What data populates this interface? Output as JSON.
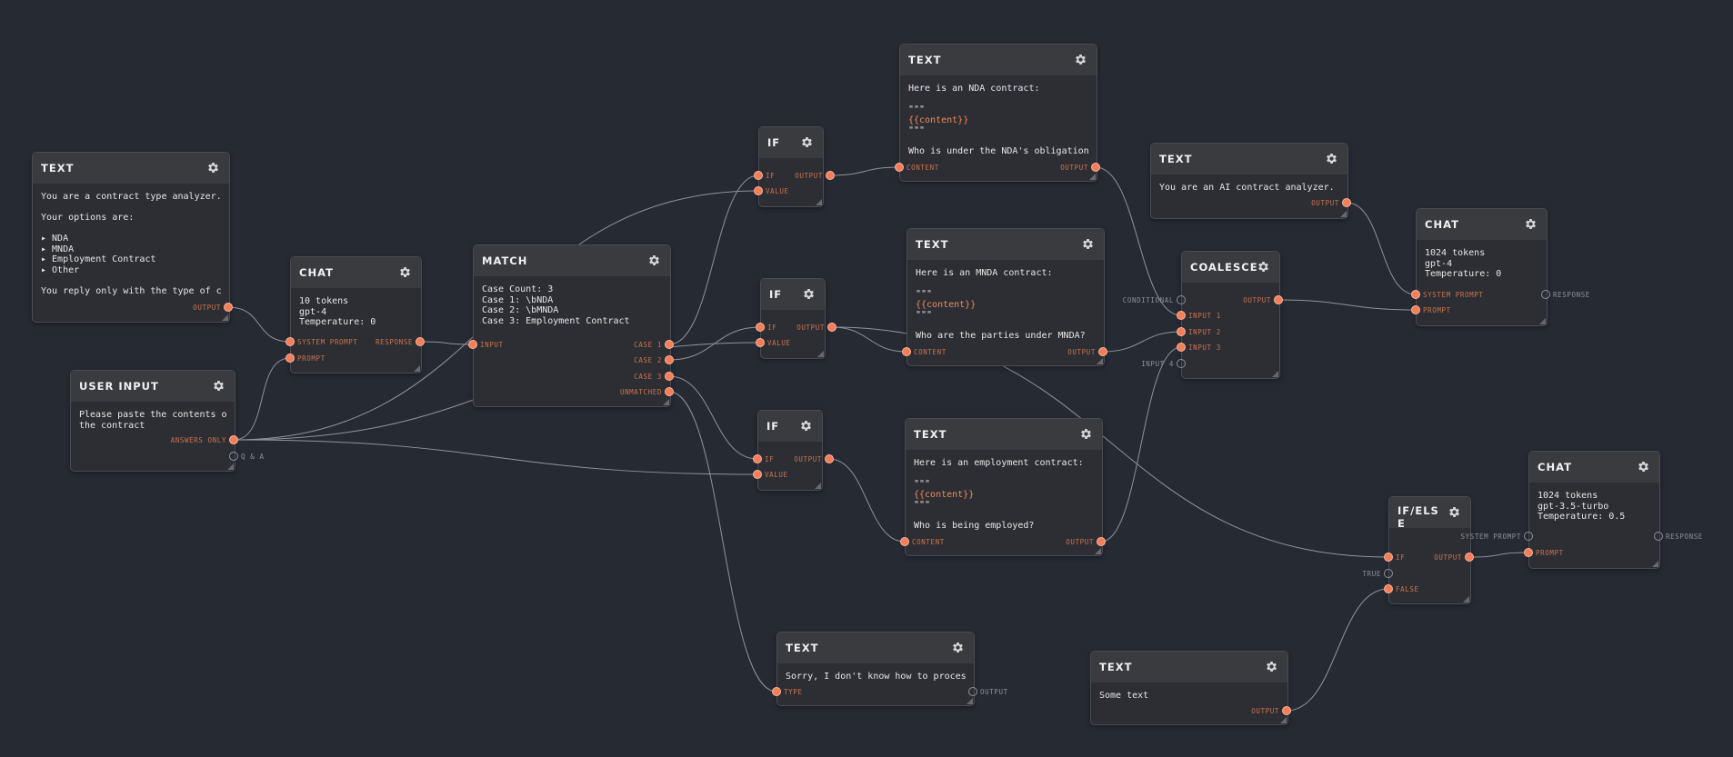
{
  "colors": {
    "background": "#262a33",
    "node": "#2d2e33",
    "header": "#3a3b3f",
    "port_active": "#f27e5a",
    "label": "#c9734f",
    "wire": "#8e939c"
  },
  "icons": {
    "settings": "gear-icon"
  },
  "nodes": [
    {
      "id": "text-type-prompt",
      "title": "TEXT",
      "lines": [
        "You are a contract type analyzer. Given",
        "",
        "Your options are:",
        "",
        "▸ NDA",
        "▸ MNDA",
        "▸ Employment Contract",
        "▸ Other",
        "",
        "You reply only with the type of contract"
      ],
      "ports": [
        {
          "label": "OUTPUT",
          "side": "out",
          "active": true
        }
      ]
    },
    {
      "id": "user-input",
      "title": "USER INPUT",
      "lines": [
        "Please paste the contents of",
        "the contract"
      ],
      "ports": [
        {
          "label": "ANSWERS ONLY",
          "side": "out",
          "active": true
        },
        {
          "label": "Q & A",
          "side": "out",
          "active": false
        }
      ]
    },
    {
      "id": "chat-classifier",
      "title": "CHAT",
      "lines": [
        "10 tokens",
        "gpt-4",
        "Temperature: 0"
      ],
      "ports": [
        {
          "label": "SYSTEM PROMPT",
          "side": "in",
          "active": true
        },
        {
          "label": "PROMPT",
          "side": "in",
          "active": true
        },
        {
          "label": "RESPONSE",
          "side": "out",
          "active": true
        }
      ]
    },
    {
      "id": "match",
      "title": "MATCH",
      "lines": [
        "Case Count: 3",
        "Case 1: \\bNDA",
        "Case 2: \\bMNDA",
        "Case 3: Employment Contract"
      ],
      "ports": [
        {
          "label": "INPUT",
          "side": "in",
          "active": true
        },
        {
          "label": "CASE 1",
          "side": "out",
          "active": true
        },
        {
          "label": "CASE 2",
          "side": "out",
          "active": true
        },
        {
          "label": "CASE 3",
          "side": "out",
          "active": true
        },
        {
          "label": "UNMATCHED",
          "side": "out",
          "active": true
        }
      ]
    },
    {
      "id": "if-1",
      "title": "IF",
      "lines": [],
      "ports": [
        {
          "label": "IF",
          "side": "in",
          "active": true
        },
        {
          "label": "VALUE",
          "side": "in",
          "active": true
        },
        {
          "label": "OUTPUT",
          "side": "out",
          "active": true
        }
      ]
    },
    {
      "id": "if-2",
      "title": "IF",
      "lines": [],
      "ports": [
        {
          "label": "IF",
          "side": "in",
          "active": true
        },
        {
          "label": "VALUE",
          "side": "in",
          "active": true
        },
        {
          "label": "OUTPUT",
          "side": "out",
          "active": true
        }
      ]
    },
    {
      "id": "if-3",
      "title": "IF",
      "lines": [],
      "ports": [
        {
          "label": "IF",
          "side": "in",
          "active": true
        },
        {
          "label": "VALUE",
          "side": "in",
          "active": true
        },
        {
          "label": "OUTPUT",
          "side": "out",
          "active": true
        }
      ]
    },
    {
      "id": "text-nda",
      "title": "TEXT",
      "lines": [
        "Here is an NDA contract:",
        "",
        "\"\"\"",
        "{{content}}",
        "\"\"\"",
        "",
        "Who is under the NDA's obligations?"
      ],
      "ports": [
        {
          "label": "CONTENT",
          "side": "in",
          "active": true
        },
        {
          "label": "OUTPUT",
          "side": "out",
          "active": true
        }
      ]
    },
    {
      "id": "text-mnda",
      "title": "TEXT",
      "lines": [
        "Here is an MNDA contract:",
        "",
        "\"\"\"",
        "{{content}}",
        "\"\"\"",
        "",
        "Who are the parties under MNDA?"
      ],
      "ports": [
        {
          "label": "CONTENT",
          "side": "in",
          "active": true
        },
        {
          "label": "OUTPUT",
          "side": "out",
          "active": true
        }
      ]
    },
    {
      "id": "text-employment",
      "title": "TEXT",
      "lines": [
        "Here is an employment contract:",
        "",
        "\"\"\"",
        "{{content}}",
        "\"\"\"",
        "",
        "Who is being employed?"
      ],
      "ports": [
        {
          "label": "CONTENT",
          "side": "in",
          "active": true
        },
        {
          "label": "OUTPUT",
          "side": "out",
          "active": true
        }
      ]
    },
    {
      "id": "text-unknown",
      "title": "TEXT",
      "lines": [
        "Sorry, I don't know how to process a {"
      ],
      "ports": [
        {
          "label": "TYPE",
          "side": "in",
          "active": true
        },
        {
          "label": "OUTPUT",
          "side": "out",
          "active": false
        }
      ]
    },
    {
      "id": "text-analyzer-prompt",
      "title": "TEXT",
      "lines": [
        "You are an AI contract analyzer. Given"
      ],
      "ports": [
        {
          "label": "OUTPUT",
          "side": "out",
          "active": true
        }
      ]
    },
    {
      "id": "coalesce",
      "title": "COALESCE",
      "lines": [],
      "ports": [
        {
          "label": "CONDITIONAL",
          "side": "in",
          "active": false
        },
        {
          "label": "INPUT 1",
          "side": "in",
          "active": true
        },
        {
          "label": "INPUT 2",
          "side": "in",
          "active": true
        },
        {
          "label": "INPUT 3",
          "side": "in",
          "active": true
        },
        {
          "label": "INPUT 4",
          "side": "in",
          "active": false
        },
        {
          "label": "OUTPUT",
          "side": "out",
          "active": true
        }
      ]
    },
    {
      "id": "chat-analyzer",
      "title": "CHAT",
      "lines": [
        "1024 tokens",
        "gpt-4",
        "Temperature: 0"
      ],
      "ports": [
        {
          "label": "SYSTEM PROMPT",
          "side": "in",
          "active": true
        },
        {
          "label": "PROMPT",
          "side": "in",
          "active": true
        },
        {
          "label": "RESPONSE",
          "side": "out",
          "active": false
        }
      ]
    },
    {
      "id": "ifelse",
      "title": "IF/ELSE",
      "lines": [],
      "ports": [
        {
          "label": "IF",
          "side": "in",
          "active": true
        },
        {
          "label": "TRUE",
          "side": "in",
          "active": false
        },
        {
          "label": "FALSE",
          "side": "in",
          "active": true
        },
        {
          "label": "OUTPUT",
          "side": "out",
          "active": true
        }
      ]
    },
    {
      "id": "chat-fallback",
      "title": "CHAT",
      "lines": [
        "1024 tokens",
        "gpt-3.5-turbo",
        "Temperature: 0.5"
      ],
      "ports": [
        {
          "label": "SYSTEM PROMPT",
          "side": "in",
          "active": false
        },
        {
          "label": "PROMPT",
          "side": "in",
          "active": true
        },
        {
          "label": "RESPONSE",
          "side": "out",
          "active": false
        }
      ]
    },
    {
      "id": "text-some",
      "title": "TEXT",
      "lines": [
        "Some text"
      ],
      "ports": [
        {
          "label": "OUTPUT",
          "side": "out",
          "active": true
        }
      ]
    }
  ],
  "connections": [
    {
      "from": "text-type-prompt.OUTPUT",
      "to": "chat-classifier.SYSTEM PROMPT"
    },
    {
      "from": "user-input.ANSWERS ONLY",
      "to": "chat-classifier.PROMPT"
    },
    {
      "from": "chat-classifier.RESPONSE",
      "to": "match.INPUT"
    },
    {
      "from": "user-input.ANSWERS ONLY",
      "to": "if-1.VALUE"
    },
    {
      "from": "user-input.ANSWERS ONLY",
      "to": "if-2.VALUE"
    },
    {
      "from": "user-input.ANSWERS ONLY",
      "to": "if-3.VALUE"
    },
    {
      "from": "match.CASE 1",
      "to": "if-1.IF"
    },
    {
      "from": "match.CASE 2",
      "to": "if-2.IF"
    },
    {
      "from": "match.CASE 3",
      "to": "if-3.IF"
    },
    {
      "from": "match.UNMATCHED",
      "to": "text-unknown.TYPE"
    },
    {
      "from": "if-1.OUTPUT",
      "to": "text-nda.CONTENT"
    },
    {
      "from": "if-2.OUTPUT",
      "to": "text-mnda.CONTENT"
    },
    {
      "from": "if-3.OUTPUT",
      "to": "text-employment.CONTENT"
    },
    {
      "from": "text-nda.OUTPUT",
      "to": "coalesce.INPUT 1"
    },
    {
      "from": "text-mnda.OUTPUT",
      "to": "coalesce.INPUT 2"
    },
    {
      "from": "text-employment.OUTPUT",
      "to": "coalesce.INPUT 3"
    },
    {
      "from": "text-analyzer-prompt.OUTPUT",
      "to": "chat-analyzer.SYSTEM PROMPT"
    },
    {
      "from": "coalesce.OUTPUT",
      "to": "chat-analyzer.PROMPT"
    },
    {
      "from": "if-2.OUTPUT",
      "to": "ifelse.IF"
    },
    {
      "from": "text-some.OUTPUT",
      "to": "ifelse.FALSE"
    },
    {
      "from": "ifelse.OUTPUT",
      "to": "chat-fallback.PROMPT"
    }
  ]
}
